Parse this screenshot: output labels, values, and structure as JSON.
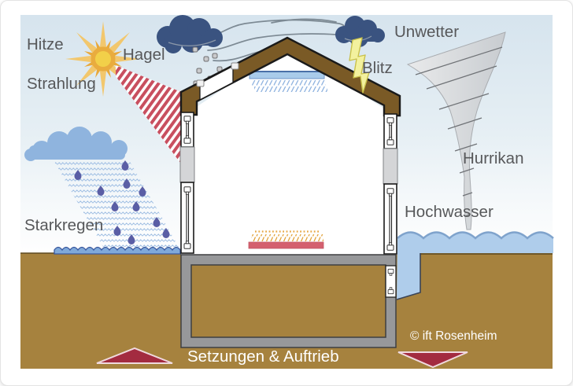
{
  "diagram": {
    "labels": {
      "hitze": "Hitze",
      "strahlung": "Strahlung",
      "hagel": "Hagel",
      "unwetter": "Unwetter",
      "blitz": "Blitz",
      "hurrikan": "Hurrikan",
      "hochwasser": "Hochwasser",
      "starkregen": "Starkregen",
      "setzungen_auftrieb": "Setzungen & Auftrieb",
      "copyright": "© ift Rosenheim"
    },
    "colors": {
      "sky_top": "#D6E4EE",
      "ground_brown": "#A6823E",
      "roof_brown": "#7A5A26",
      "storm_cloud": "#3A5380",
      "rain_cloud": "#8FB4DE",
      "rain_drop": "#5A5EA5",
      "pool_water": "#7FA9DA",
      "flood_water": "#AFCDEB",
      "heat_stripe_red": "#C84F5F",
      "arrow_red": "#A32B40",
      "sun_ray": "#F2C76D",
      "sun_core": "#F2D049",
      "lightning_yellow": "#F3F19E",
      "tornado_gray": "#D9DCDE",
      "panel_gray": "#D4D5D7",
      "basement_gray": "#97989A",
      "label_text": "#57585A",
      "label_text_light": "#FFFFFF"
    }
  }
}
